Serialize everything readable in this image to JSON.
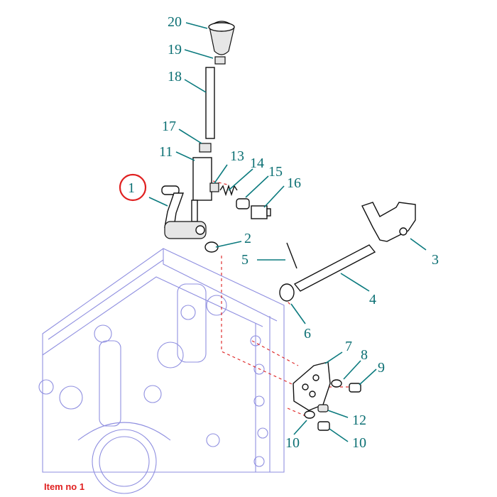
{
  "caption": "Item no 1",
  "highlight_color": "#e02020",
  "callout_color": "#0b6f73",
  "highlighted_item": "1",
  "callouts": [
    "20",
    "19",
    "18",
    "17",
    "11",
    "13",
    "14",
    "15",
    "16",
    "1",
    "2",
    "3",
    "4",
    "5",
    "6",
    "7",
    "8",
    "9",
    "10",
    "10",
    "12"
  ]
}
